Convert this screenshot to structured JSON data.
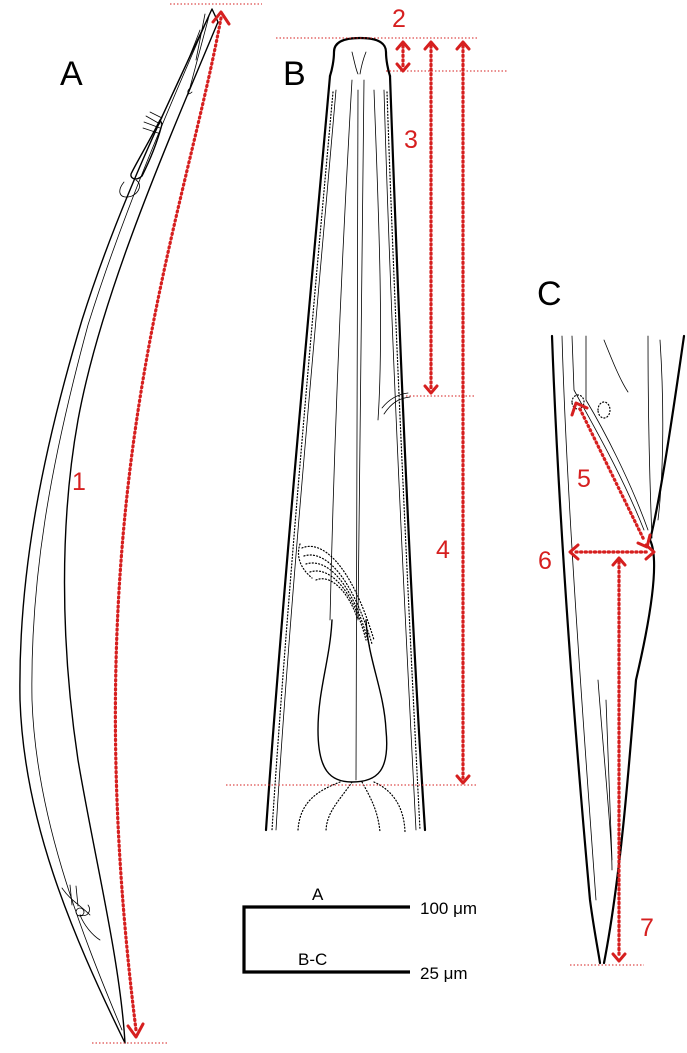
{
  "colors": {
    "measure": "#d61f1f",
    "ink": "#000000",
    "background": "#ffffff"
  },
  "panels": {
    "a": "A",
    "b": "B",
    "c": "C"
  },
  "measurements": {
    "m1": "1",
    "m2": "2",
    "m3": "3",
    "m4": "4",
    "m5": "5",
    "m6": "6",
    "m7": "7"
  },
  "scale_bar": {
    "a_label": "A",
    "a_value": "100 μm",
    "bc_label": "B-C",
    "bc_value": "25 μm"
  }
}
